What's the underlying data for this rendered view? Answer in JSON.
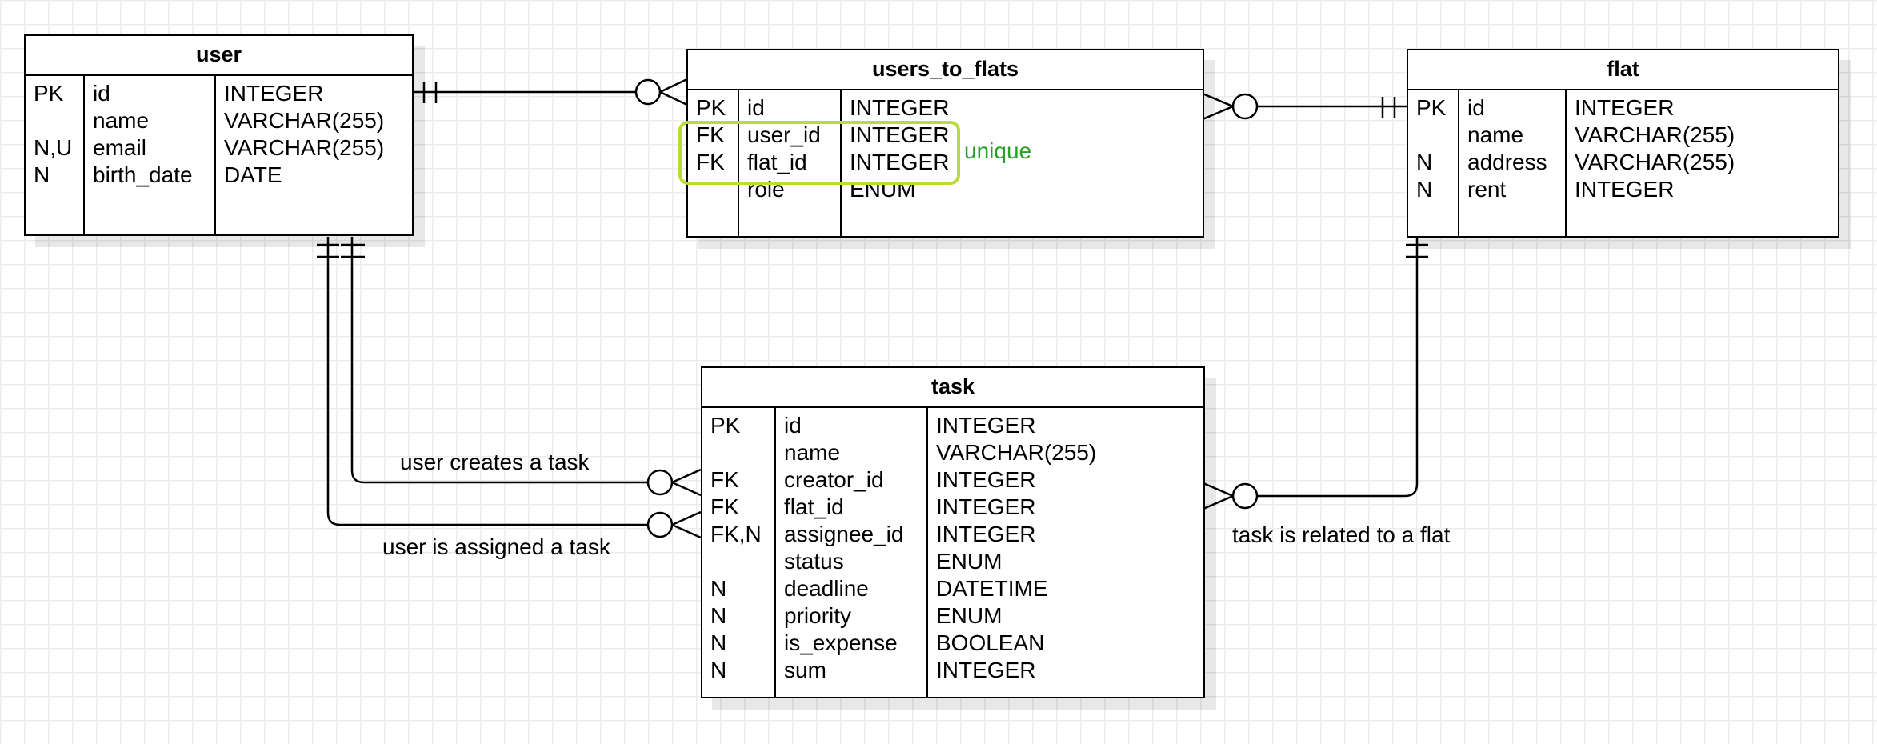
{
  "entities": {
    "user": {
      "title": "user",
      "fields": [
        {
          "key": "PK",
          "name": "id",
          "type": "INTEGER"
        },
        {
          "key": "",
          "name": "name",
          "type": "VARCHAR(255)"
        },
        {
          "key": "N,U",
          "name": "email",
          "type": "VARCHAR(255)"
        },
        {
          "key": "N",
          "name": "birth_date",
          "type": "DATE"
        }
      ]
    },
    "users_to_flats": {
      "title": "users_to_flats",
      "fields": [
        {
          "key": "PK",
          "name": "id",
          "type": "INTEGER"
        },
        {
          "key": "FK",
          "name": "user_id",
          "type": "INTEGER"
        },
        {
          "key": "FK",
          "name": "flat_id",
          "type": "INTEGER"
        },
        {
          "key": "",
          "name": "role",
          "type": "ENUM"
        }
      ]
    },
    "flat": {
      "title": "flat",
      "fields": [
        {
          "key": "PK",
          "name": "id",
          "type": "INTEGER"
        },
        {
          "key": "",
          "name": "name",
          "type": "VARCHAR(255)"
        },
        {
          "key": "N",
          "name": "address",
          "type": "VARCHAR(255)"
        },
        {
          "key": "N",
          "name": "rent",
          "type": "INTEGER"
        }
      ]
    },
    "task": {
      "title": "task",
      "fields": [
        {
          "key": "PK",
          "name": "id",
          "type": "INTEGER"
        },
        {
          "key": "",
          "name": "name",
          "type": "VARCHAR(255)"
        },
        {
          "key": "FK",
          "name": "creator_id",
          "type": "INTEGER"
        },
        {
          "key": "FK",
          "name": "flat_id",
          "type": "INTEGER"
        },
        {
          "key": "FK,N",
          "name": "assignee_id",
          "type": "INTEGER"
        },
        {
          "key": "",
          "name": "status",
          "type": "ENUM"
        },
        {
          "key": "N",
          "name": "deadline",
          "type": "DATETIME"
        },
        {
          "key": "N",
          "name": "priority",
          "type": "ENUM"
        },
        {
          "key": "N",
          "name": "is_expense",
          "type": "BOOLEAN"
        },
        {
          "key": "N",
          "name": "sum",
          "type": "INTEGER"
        }
      ]
    }
  },
  "annotations": {
    "unique": "unique",
    "user_creates_task": "user creates a task",
    "user_assigned_task": "user is assigned a task",
    "task_related_flat": "task is related to a flat"
  },
  "colors": {
    "highlight": "#b7dd36",
    "unique_text": "#2aa02a",
    "line": "#000000",
    "grid": "#ececec"
  }
}
